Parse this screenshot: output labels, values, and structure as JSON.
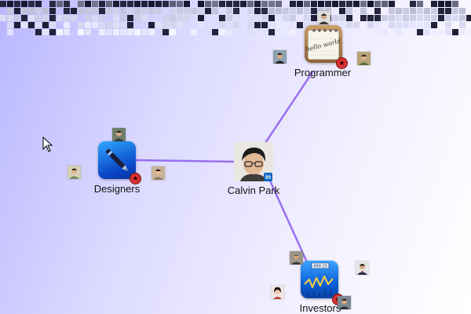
{
  "graph": {
    "center": {
      "name": "Calvin Park",
      "badge": "in"
    },
    "groups": [
      {
        "id": "programmer",
        "label": "Programmer",
        "icon": "notepad-hello-world-icon",
        "icon_text": "hello world"
      },
      {
        "id": "designers",
        "label": "Designers",
        "icon": "pen-app-icon"
      },
      {
        "id": "investors",
        "label": "Investors",
        "icon": "stock-chart-app-icon",
        "icon_text": "499.15"
      }
    ]
  },
  "colors": {
    "edge": "#9a6ff0",
    "background_start": "#b9b6ff",
    "background_end": "#ffffff",
    "badge_red": "#d93232",
    "linkedin_blue": "#0a66c2"
  }
}
